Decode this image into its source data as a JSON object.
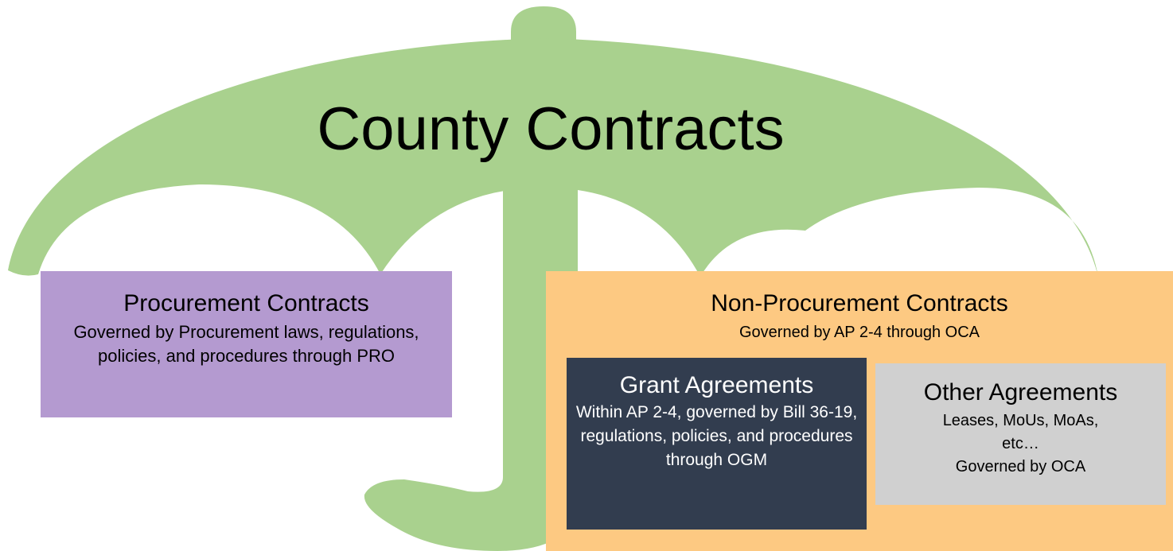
{
  "title": "County Contracts",
  "colors": {
    "umbrella": "#a9d18e",
    "procurement": "#b49ad0",
    "non_procurement": "#fdc982",
    "grant": "#323d4f",
    "other": "#d0d0d0"
  },
  "procurement": {
    "heading": "Procurement Contracts",
    "description": "Governed by Procurement laws, regulations, policies, and procedures through PRO"
  },
  "non_procurement": {
    "heading": "Non-Procurement Contracts",
    "description": "Governed by AP 2-4 through OCA"
  },
  "grant": {
    "heading": "Grant Agreements",
    "description": "Within AP 2-4, governed by Bill 36-19, regulations, policies, and procedures through OGM"
  },
  "other": {
    "heading": "Other Agreements",
    "description_lines": [
      "Leases, MoUs, MoAs, etc…",
      "Governed by OCA"
    ]
  }
}
